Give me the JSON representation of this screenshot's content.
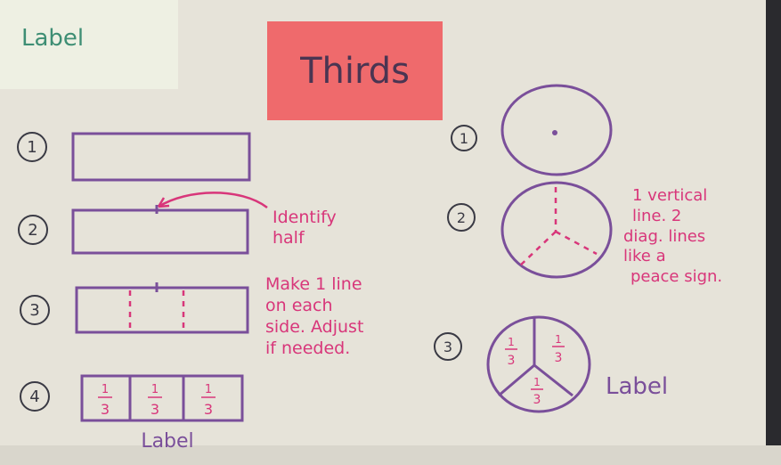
{
  "title": "Thirds",
  "corner_note": {
    "text": "Label"
  },
  "left_steps": {
    "step_labels": [
      "1",
      "2",
      "3",
      "4"
    ],
    "annotation_2": [
      "Identify",
      "half"
    ],
    "annotation_3": [
      "Make 1 line",
      "on each",
      "side. Adjust",
      "if needed."
    ],
    "fraction_numerator": "1",
    "fraction_denominator": "3",
    "bottom_label": "Label"
  },
  "right_steps": {
    "step_labels": [
      "1",
      "2",
      "3"
    ],
    "annotation_2": [
      "1 vertical",
      "line. 2",
      "diag. lines",
      "like a",
      "peace sign."
    ],
    "fraction_numerator": "1",
    "fraction_denominator": "3",
    "label": "Label"
  },
  "colors": {
    "board": "#e8e5dc",
    "purple_marker": "#7a4f9a",
    "pink_marker": "#d8367a",
    "sticky": "#ef6a6c",
    "corner_note_text": "#3e8e74"
  }
}
